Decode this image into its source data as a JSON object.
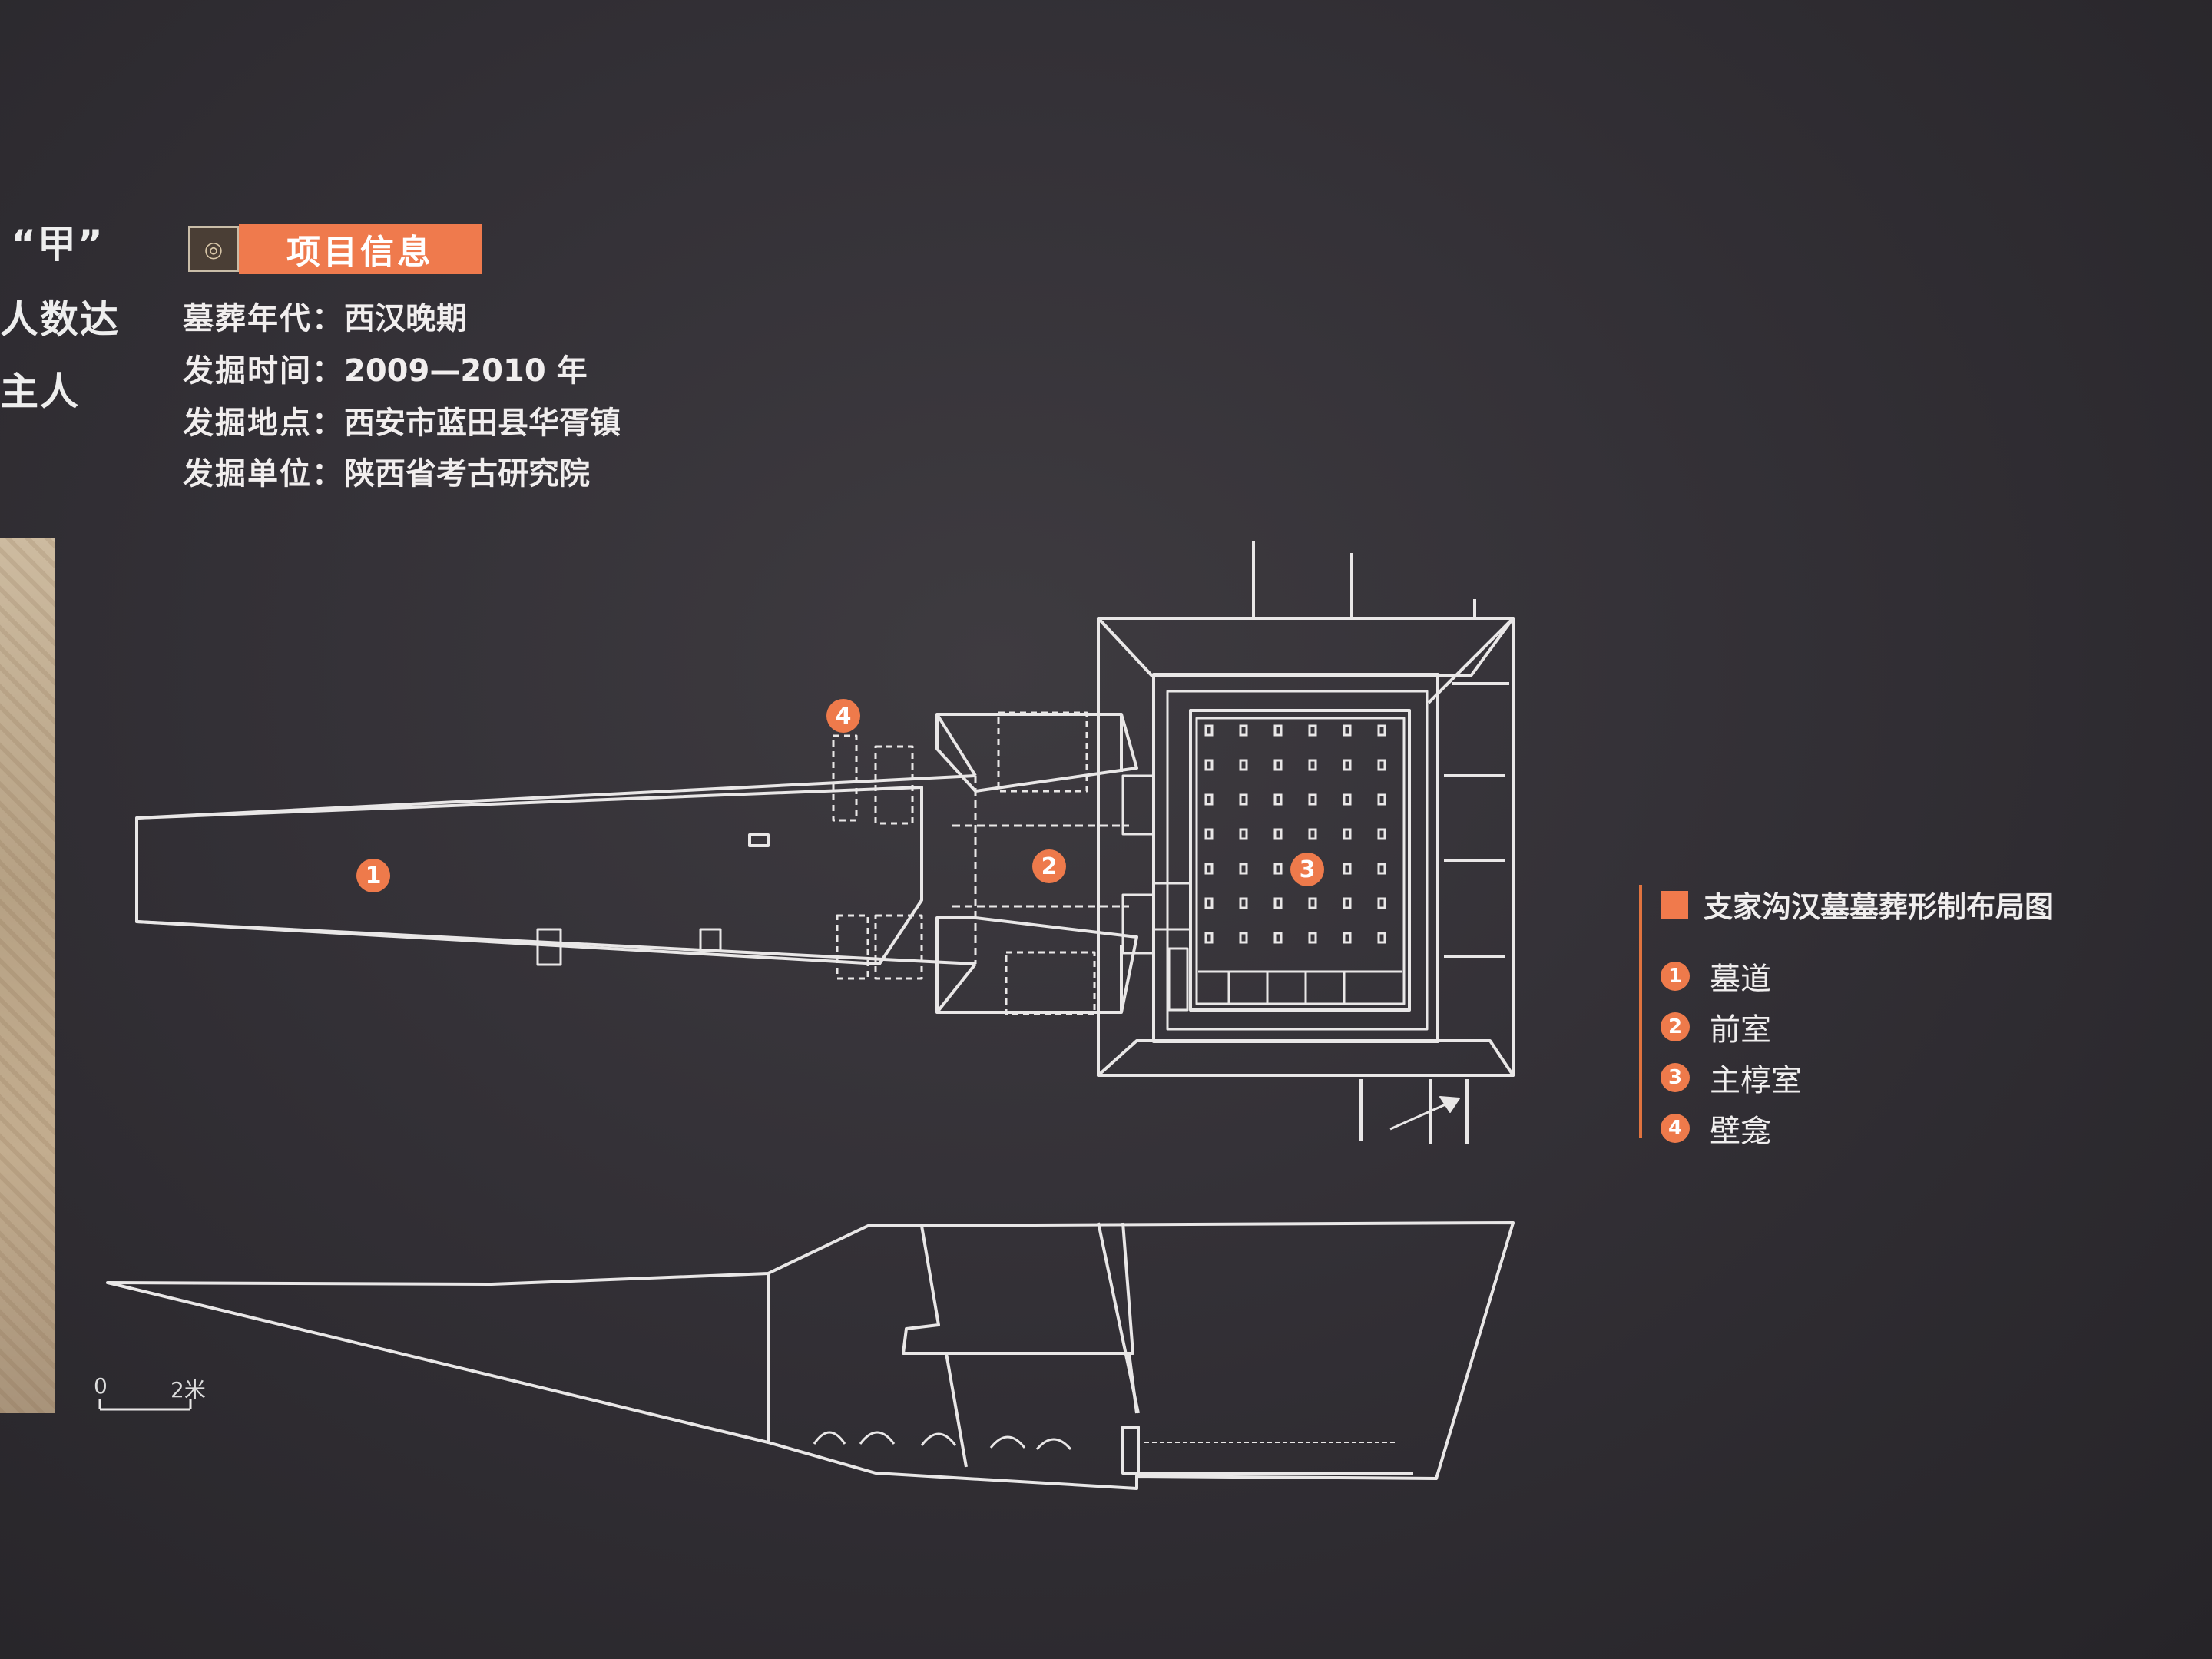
{
  "left_cut_text": [
    "“甲”",
    "人数达",
    "主人"
  ],
  "info": {
    "title": "项目信息",
    "lines": [
      {
        "key": "墓葬年代：",
        "value": "西汉晚期"
      },
      {
        "key": "发掘时间：",
        "value": "2009—2010 年"
      },
      {
        "key": "发掘地点：",
        "value": "西安市蓝田县华胥镇"
      },
      {
        "key": "发掘单位：",
        "value": "陕西省考古研究院"
      }
    ]
  },
  "legend": {
    "title": "支家沟汉墓墓葬形制布局图",
    "items": [
      {
        "num": "1",
        "label": "墓道"
      },
      {
        "num": "2",
        "label": "前室"
      },
      {
        "num": "3",
        "label": "主椁室"
      },
      {
        "num": "4",
        "label": "壁龛"
      }
    ]
  },
  "markers": {
    "m1": "1",
    "m2": "2",
    "m3": "3",
    "m4": "4"
  },
  "scale": {
    "zero": "0",
    "length": "2米"
  },
  "colors": {
    "accent": "#ee7a4b",
    "line": "#e9e7e7",
    "background": "#333036"
  }
}
